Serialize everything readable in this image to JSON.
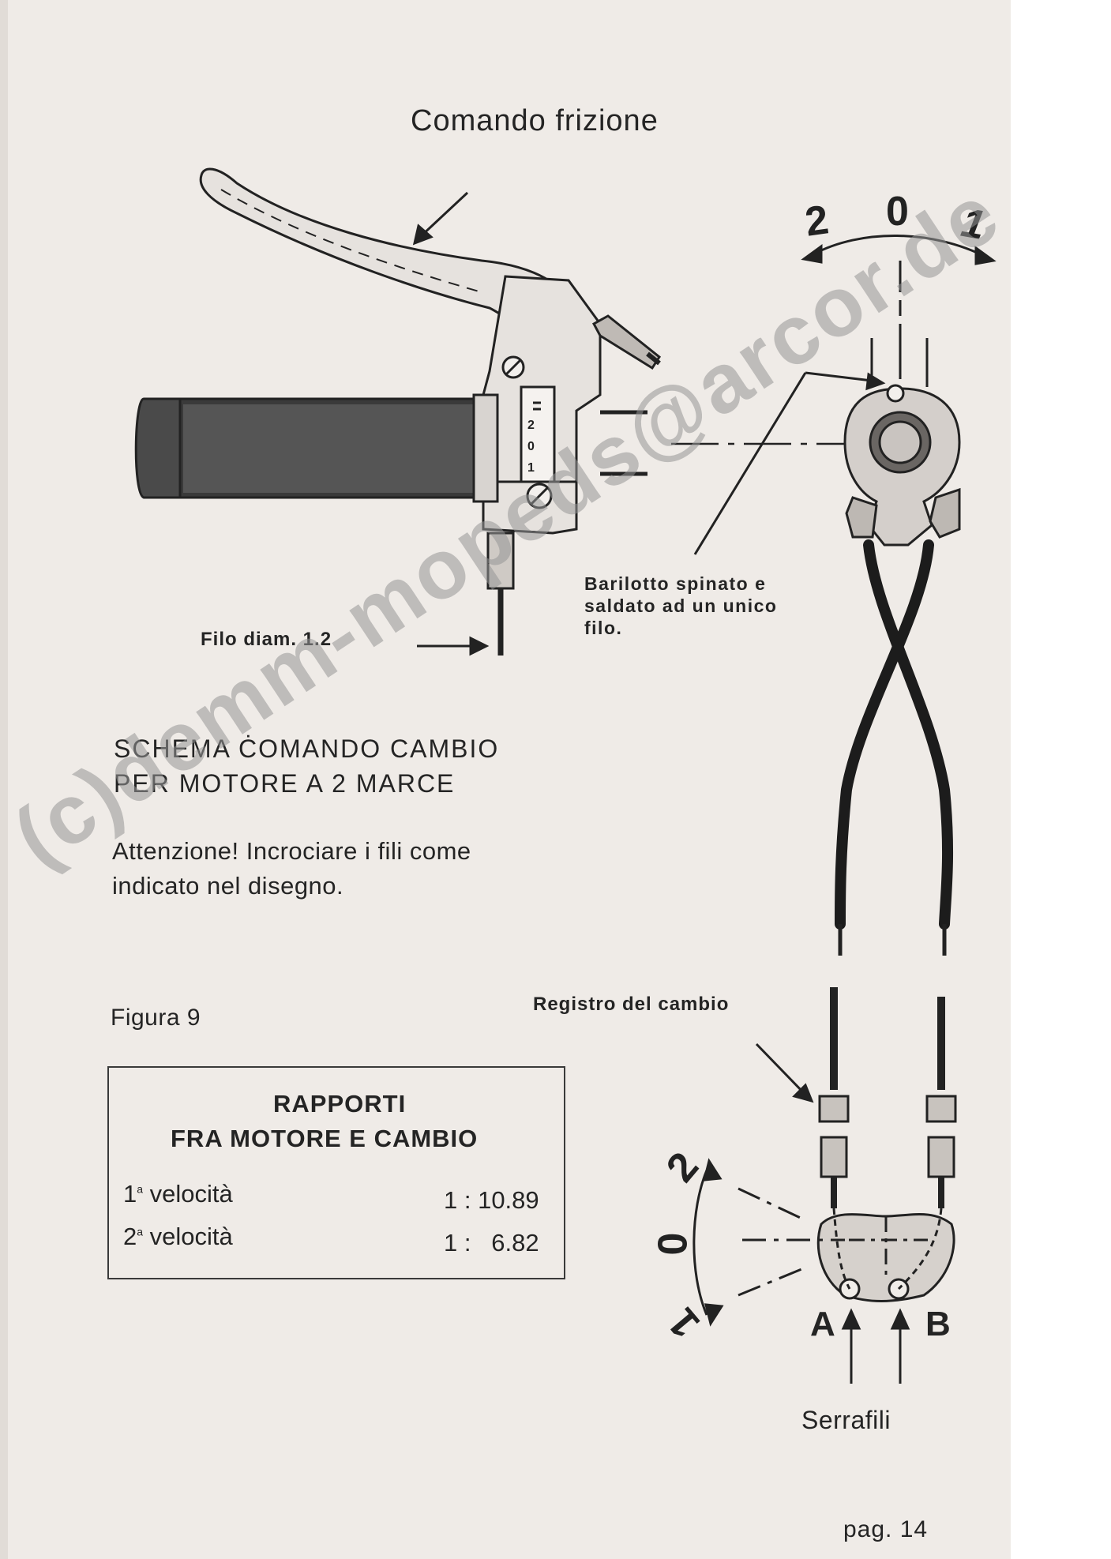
{
  "page": {
    "title": "Comando frizione",
    "wire_label": "Filo diam. 1.2",
    "barrel_note": [
      "Barilotto spinato e",
      "saldato ad un unico",
      "filo."
    ],
    "schema_lines": [
      "SCHEMA ĊOMANDO CAMBIO",
      "PER MOTORE A 2 MARCE"
    ],
    "attention_lines": [
      "Attenzione! Incrociare i fili come",
      "indicato nel disegno."
    ],
    "figure_label": "Figura 9",
    "register_label": "Registro del cambio",
    "clamps_label": "Serrafili",
    "page_number": "pag. 14",
    "watermark": "(c)demm-mopeds@arcor.de"
  },
  "dial_top": {
    "left": "2",
    "center": "0",
    "right": "1"
  },
  "dial_bottom": {
    "top": "2",
    "middle": "0",
    "bottom": "1"
  },
  "grip_scale": [
    "2",
    "0",
    "1"
  ],
  "clamp_labels": {
    "a": "A",
    "b": "B"
  },
  "ratios": {
    "title_line1": "RAPPORTI",
    "title_line2": "FRA MOTORE E CAMBIO",
    "rows": [
      {
        "ordinal": "1",
        "suffix": "a",
        "label": "velocità",
        "value": "1 : 10.89"
      },
      {
        "ordinal": "2",
        "suffix": "a",
        "label": "velocità",
        "value": "1 :   6.82"
      }
    ]
  }
}
